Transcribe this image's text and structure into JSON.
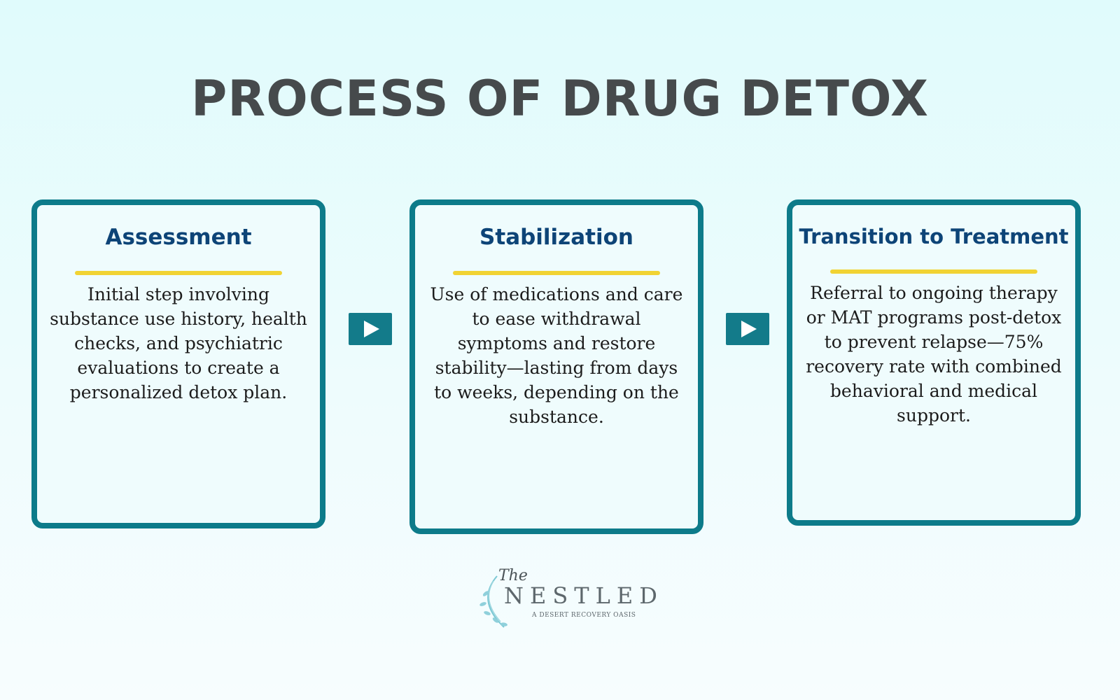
{
  "title": "PROCESS OF DRUG DETOX",
  "steps": [
    {
      "heading": "Assessment",
      "body": "Initial step involving substance use history, health checks, and psychiatric evaluations to create a personalized detox plan."
    },
    {
      "heading": "Stabilization",
      "body": "Use of medications and care to ease withdrawal symptoms and restore stability—lasting from days to weeks, depending on the substance."
    },
    {
      "heading": "Transition to Treatment",
      "body": "Referral to ongoing therapy or MAT programs post-detox to prevent relapse—75% recovery rate with combined behavioral and medical support."
    }
  ],
  "arrows": [
    {
      "icon": "play-arrow-icon"
    },
    {
      "icon": "play-arrow-icon"
    }
  ],
  "logo": {
    "prefix": "The",
    "name": "NESTLED",
    "tagline": "A DESERT RECOVERY OASIS"
  },
  "colors": {
    "card_border": "#0d7b8a",
    "heading": "#0d4477",
    "rule": "#f1d333",
    "title": "#464a4c",
    "arrow_bg": "#137b8a"
  }
}
